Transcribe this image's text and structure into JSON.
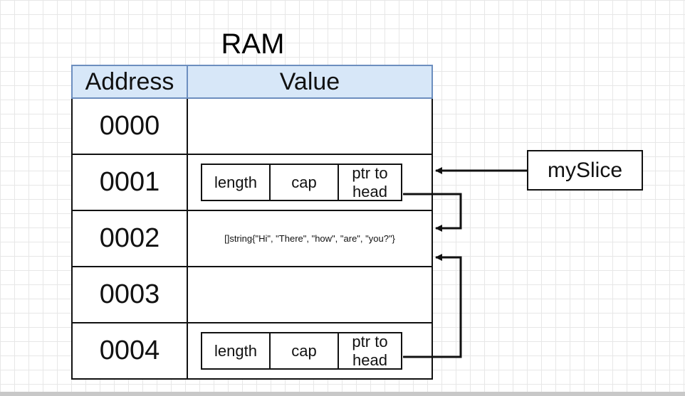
{
  "title": "RAM",
  "table": {
    "headers": {
      "address": "Address",
      "value": "Value"
    },
    "rows": [
      {
        "address": "0000",
        "value": ""
      },
      {
        "address": "0001",
        "slice": {
          "length": "length",
          "cap": "cap",
          "ptr_line1": "ptr to",
          "ptr_line2": "head"
        }
      },
      {
        "address": "0002",
        "value": "[]string{\"Hi\", \"There\", \"how\", \"are\", \"you?\"}"
      },
      {
        "address": "0003",
        "value": ""
      },
      {
        "address": "0004",
        "slice": {
          "length": "length",
          "cap": "cap",
          "ptr_line1": "ptr to",
          "ptr_line2": "head"
        }
      }
    ]
  },
  "variable": {
    "label": "mySlice"
  }
}
